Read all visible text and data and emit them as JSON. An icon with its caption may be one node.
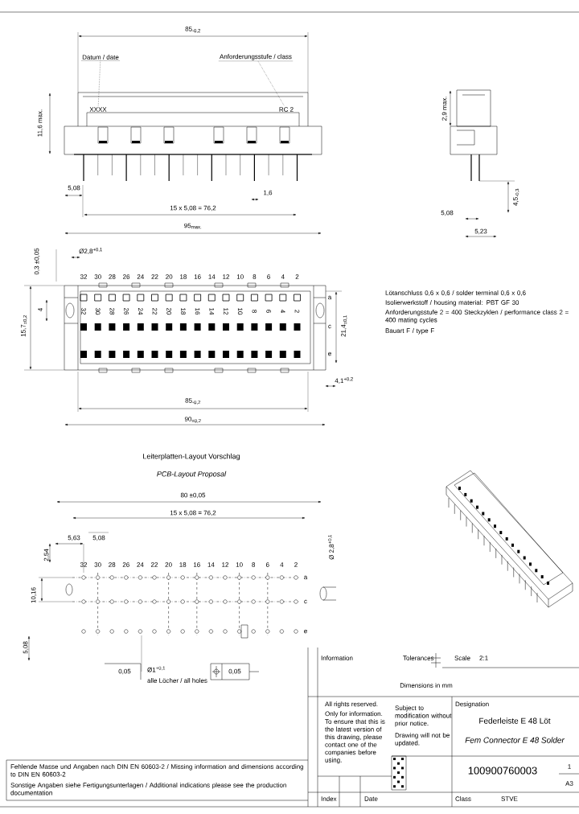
{
  "diagram": {
    "nodes": [
      {
        "text": [
          "Datum / date"
        ]
      },
      {
        "text": [
          "XXXX"
        ]
      },
      {
        "text": [
          "Anforderungsstufe / class"
        ]
      },
      {
        "text": [
          "RC 2"
        ]
      }
    ],
    "edges": [
      {
        "from": 0,
        "to": 1,
        "arrow": "none",
        "style": "dashed"
      },
      {
        "from": 2,
        "to": 3,
        "arrow": "none",
        "style": "dashed"
      }
    ],
    "labels": [
      "85$_{-0,2}$",
      "11,6 max.",
      "5,08",
      "1,6",
      "15 x 5,08 = 76,2",
      "95$_{max.}$",
      "2,9 max.",
      "4,5$_{-0,3}$",
      "5,08",
      "5,23",
      "0,3 ±0,05",
      "Ø2,8$^{+0,1}$",
      "32",
      "30",
      "28",
      "26",
      "24",
      "22",
      "20",
      "18",
      "16",
      "14",
      "12",
      "10",
      "8",
      "6",
      "4",
      "2",
      "32",
      "30",
      "28",
      "26",
      "24",
      "22",
      "20",
      "18",
      "16",
      "14",
      "12",
      "10",
      "8",
      "6",
      "4",
      "2",
      "a",
      "c",
      "e",
      "4",
      "15,7$_{±0,2}$",
      "21,4$_{±0,1}$",
      "4,1$^{+0,2}$",
      "85$_{-0,2}$",
      "90$_{±0,2}$",
      "Lötanschluss 0,6 x 0,6 / solder terminal 0,6 x 0,6",
      "Isolierwerkstoff / housing material: PBT GF 30",
      "Anforderungsstufe 2 = 400 Steckzyklen / performance class 2 = 400 mating cycles",
      "Bauart F / type F",
      "Leiterplatten-Layout Vorschlag",
      "PCB-Layout Proposal",
      "80 ±0,05",
      "15 x 5,08 = 76,2",
      "5,63",
      "5,08",
      "2,54",
      "32",
      "30",
      "28",
      "26",
      "24",
      "22",
      "20",
      "18",
      "16",
      "14",
      "12",
      "10",
      "8",
      "6",
      "4",
      "2",
      "a",
      "c",
      "e",
      "10,16",
      "Ø 2,8$^{+0,1}$",
      "5,08",
      "0,05",
      "Ø1$^{+0,1}$",
      "alle Löcher / all holes",
      "0,05",
      "Information",
      "Tolerances",
      "Dimensions in mm",
      "Scale",
      "2:1",
      "All rights reserved.",
      "Only for information.",
      "To ensure that this is the latest version of this drawing, please contact one of the companies before using.",
      "Subject to modification without prior notice.",
      "Drawing will not be updated.",
      "Designation",
      "Federleiste E 48 Löt",
      "Fem Connector E 48 Solder",
      "100900760003",
      "1",
      "A3",
      "Index",
      "Date",
      "Class",
      "STVE",
      "Fehlende Masse und Angaben nach DIN EN 60603-2 / Missing information and dimensions according to DIN EN 60603-2",
      "Sonstige Angaben siehe Fertigungsunterlagen / Additional indications please see the production documentation"
    ]
  }
}
